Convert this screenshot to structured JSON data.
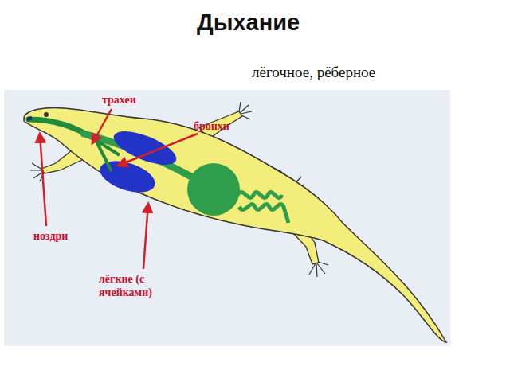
{
  "diagram": {
    "title": "Дыхание",
    "labels": [
      "лёгочное, рёберное",
      "трахеи",
      "бронхи",
      "ноздри",
      "лёгкие (с ячейками)"
    ]
  }
}
